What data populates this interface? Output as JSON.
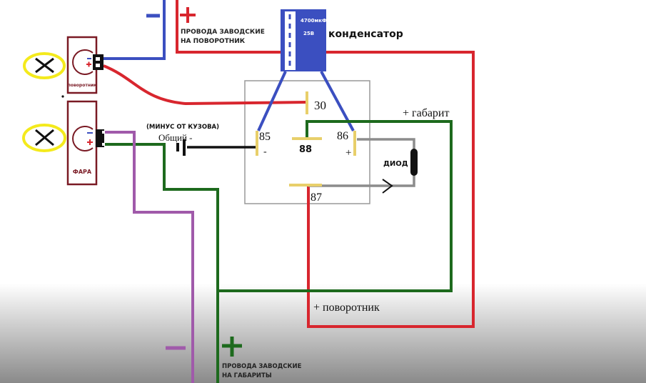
{
  "labels": {
    "turn_wires_line1": "ПРОВОДА ЗАВОДСКИЕ",
    "turn_wires_line2": "НА ПОВОРОТНИК",
    "capacitor_value": "4700мкФ",
    "capacitor_voltage": "25В",
    "capacitor": "конденсатор",
    "lamp_turn": "поворотник",
    "lamp_head": "ФАРА",
    "ground_note": "(МИНУС ОТ КУЗОВА)",
    "common": "Общий -",
    "pin30": "30",
    "pin85": "85",
    "pin86": "86",
    "pin87": "87",
    "pin88": "88",
    "minus": "-",
    "plus": "+",
    "plus_parking": "+ габарит",
    "diode": "ДИОД",
    "plus_turn": "+ поворотник",
    "parking_wires_line1": "ПРОВОДА ЗАВОДСКИЕ",
    "parking_wires_line2": "НА ГАБАРИТЫ"
  },
  "colors": {
    "red": "#d8262e",
    "blue": "#3b4fc0",
    "green": "#1d6a1d",
    "purple": "#a05aaa",
    "gray": "#8c8c8c",
    "terminal": "#e8cf6a",
    "lamp_frame": "#7a1a24",
    "lamp_glass": "#f4ea1c"
  }
}
